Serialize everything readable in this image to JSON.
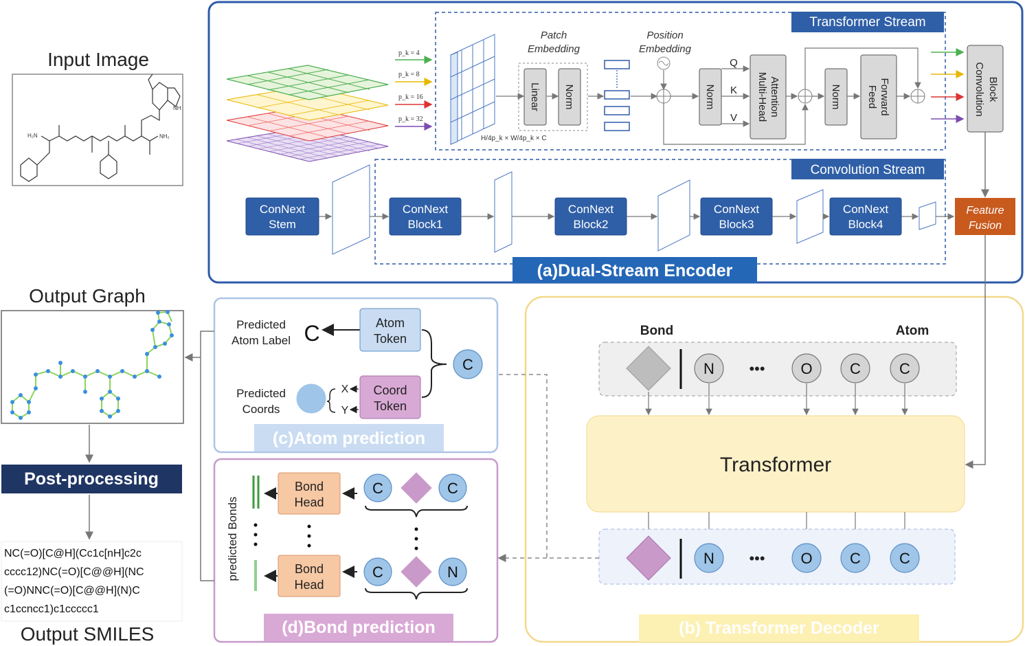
{
  "input_title": "Input Image",
  "output_graph_title": "Output Graph",
  "post_processing": "Post-processing",
  "output_smiles_title": "Output SMILES",
  "smiles_lines": [
    "NC(=O)[C@H](Cc1c[nH]c2c",
    "cccc12)NC(=O)[C@@H](NC",
    "(=O)NNC(=O)[C@@H](N)C",
    "c1ccncc1)c1ccccc1"
  ],
  "encoder": {
    "label": "(a)Dual-Stream Encoder",
    "transformer_stream": "Transformer Stream",
    "convolution_stream": "Convolution Stream",
    "patch_embedding": [
      "Patch",
      "Embedding"
    ],
    "position_embedding": [
      "Position",
      "Embedding"
    ],
    "linear": "Linear",
    "norm": "Norm",
    "q": "Q",
    "k": "K",
    "v": "V",
    "mha": [
      "Multi-Head",
      "Attention"
    ],
    "ff": [
      "Feed",
      "Forward"
    ],
    "conv_block": [
      "Convolution",
      "Block"
    ],
    "patch_sizes": [
      "p_k = 4",
      "p_k = 8",
      "p_k = 16",
      "p_k = 32"
    ],
    "dims": "H/4p_k × W/4p_k × C",
    "stages": [
      [
        "ConNext",
        "Stem"
      ],
      [
        "ConNext",
        "Block1"
      ],
      [
        "ConNext",
        "Block2"
      ],
      [
        "ConNext",
        "Block3"
      ],
      [
        "ConNext",
        "Block4"
      ]
    ],
    "feature_fusion": [
      "Feature",
      "Fusion"
    ]
  },
  "decoder": {
    "label": "(b) Transformer Decoder",
    "bond": "Bond",
    "atom": "Atom",
    "transformer": "Transformer",
    "tokens_in": [
      "N",
      "O",
      "C",
      "C"
    ],
    "tokens_out": [
      "N",
      "O",
      "C",
      "C"
    ],
    "ellipsis": "•••"
  },
  "atom_pred": {
    "label": "(c)Atom prediction",
    "pred_label": [
      "Predicted",
      "Atom Label"
    ],
    "pred_label_value": "C",
    "atom_token": [
      "Atom",
      "Token"
    ],
    "coord_token": [
      "Coord",
      "Token"
    ],
    "pred_coords": [
      "Predicted",
      "Coords"
    ],
    "x": "X",
    "y": "Y",
    "token": "C"
  },
  "bond_pred": {
    "label": "(d)Bond prediction",
    "predicted_bonds": "predicted Bonds",
    "bond_head": [
      "Bond",
      "Head"
    ],
    "row1": [
      "C",
      "C"
    ],
    "row2": [
      "C",
      "N"
    ]
  },
  "colors": {
    "encoder_border": "#2e5aa8",
    "block_blue": "#2f5fa7",
    "fusion": "#c85a1e",
    "atom_border": "#aec4e6",
    "bond_border": "#c79ac9",
    "decoder_border": "#f2d98a",
    "token_blue": "#9fc5e8",
    "bond_diamond": "#c99ac9",
    "bond_head": "#f7c8a4"
  }
}
